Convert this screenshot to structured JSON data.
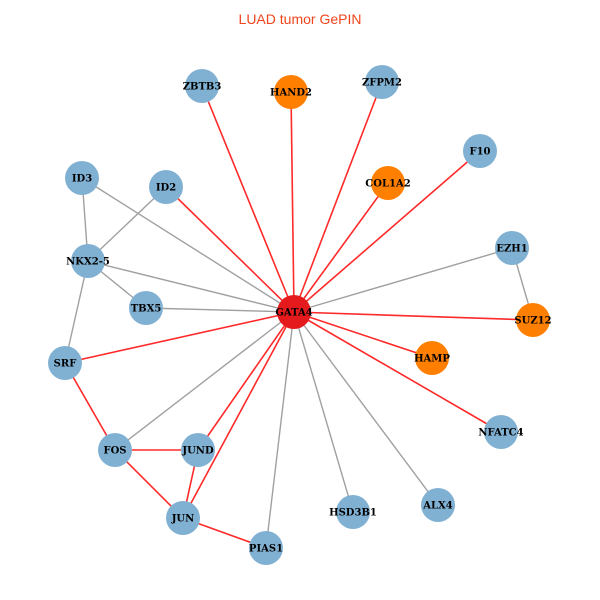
{
  "title": "LUAD tumor GePIN",
  "colors": {
    "hub": "#e41a1c",
    "blue": "#80b1d3",
    "orange": "#ff7f00",
    "red_edge": "#ff2a2a",
    "grey_edge": "#a0a0a0"
  },
  "nodes": [
    {
      "id": "GATA4",
      "color": "hub"
    },
    {
      "id": "ZBTB3",
      "color": "blue"
    },
    {
      "id": "HAND2",
      "color": "orange"
    },
    {
      "id": "ZFPM2",
      "color": "blue"
    },
    {
      "id": "F10",
      "color": "blue"
    },
    {
      "id": "COL1A2",
      "color": "orange"
    },
    {
      "id": "ID3",
      "color": "blue"
    },
    {
      "id": "ID2",
      "color": "blue"
    },
    {
      "id": "EZH1",
      "color": "blue"
    },
    {
      "id": "NKX2-5",
      "color": "blue"
    },
    {
      "id": "TBX5",
      "color": "blue"
    },
    {
      "id": "SUZ12",
      "color": "orange"
    },
    {
      "id": "SRF",
      "color": "blue"
    },
    {
      "id": "HAMP",
      "color": "orange"
    },
    {
      "id": "NFATC4",
      "color": "blue"
    },
    {
      "id": "FOS",
      "color": "blue"
    },
    {
      "id": "JUND",
      "color": "blue"
    },
    {
      "id": "HSD3B1",
      "color": "blue"
    },
    {
      "id": "ALX4",
      "color": "blue"
    },
    {
      "id": "JUN",
      "color": "blue"
    },
    {
      "id": "PIAS1",
      "color": "blue"
    }
  ],
  "edges": [
    [
      "GATA4",
      "ZBTB3",
      "red"
    ],
    [
      "GATA4",
      "HAND2",
      "red"
    ],
    [
      "GATA4",
      "ZFPM2",
      "red"
    ],
    [
      "GATA4",
      "COL1A2",
      "red"
    ],
    [
      "GATA4",
      "F10",
      "red"
    ],
    [
      "GATA4",
      "ID2",
      "red"
    ],
    [
      "GATA4",
      "SUZ12",
      "red"
    ],
    [
      "GATA4",
      "HAMP",
      "red"
    ],
    [
      "GATA4",
      "NFATC4",
      "red"
    ],
    [
      "GATA4",
      "SRF",
      "red"
    ],
    [
      "GATA4",
      "JUND",
      "red"
    ],
    [
      "GATA4",
      "JUN",
      "red"
    ],
    [
      "SRF",
      "FOS",
      "red"
    ],
    [
      "FOS",
      "JUND",
      "red"
    ],
    [
      "FOS",
      "JUN",
      "red"
    ],
    [
      "JUND",
      "JUN",
      "red"
    ],
    [
      "JUN",
      "PIAS1",
      "red"
    ],
    [
      "GATA4",
      "ID3",
      "grey"
    ],
    [
      "GATA4",
      "NKX2-5",
      "grey"
    ],
    [
      "GATA4",
      "TBX5",
      "grey"
    ],
    [
      "GATA4",
      "EZH1",
      "grey"
    ],
    [
      "GATA4",
      "FOS",
      "grey"
    ],
    [
      "GATA4",
      "PIAS1",
      "grey"
    ],
    [
      "GATA4",
      "HSD3B1",
      "grey"
    ],
    [
      "GATA4",
      "ALX4",
      "grey"
    ],
    [
      "ID3",
      "NKX2-5",
      "grey"
    ],
    [
      "ID2",
      "NKX2-5",
      "grey"
    ],
    [
      "NKX2-5",
      "TBX5",
      "grey"
    ],
    [
      "NKX2-5",
      "SRF",
      "grey"
    ],
    [
      "EZH1",
      "SUZ12",
      "grey"
    ]
  ]
}
